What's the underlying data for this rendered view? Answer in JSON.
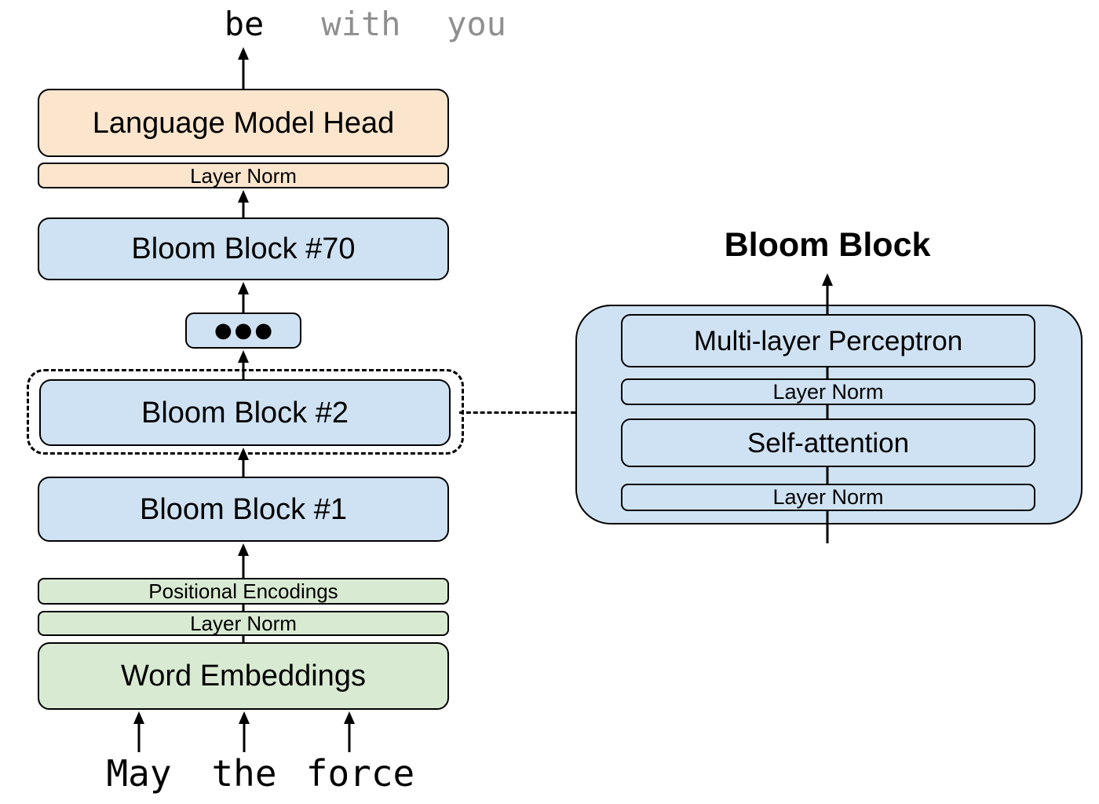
{
  "colors": {
    "blue": "#cfe2f3",
    "peach": "#fce5cd",
    "green": "#d9ead3",
    "muted": "#8f8f8f",
    "line": "#000000"
  },
  "tokens": {
    "output": [
      {
        "text": "be",
        "muted": false
      },
      {
        "text": "with",
        "muted": true
      },
      {
        "text": "you",
        "muted": true
      }
    ],
    "input": [
      "May",
      "the",
      "force"
    ]
  },
  "stack": {
    "language_model_head": "Language Model Head",
    "layer_norm_top": "Layer Norm",
    "bloom_block_70": "Bloom Block #70",
    "ellipsis": "●●●",
    "bloom_block_2": "Bloom Block #2",
    "bloom_block_1": "Bloom Block #1",
    "positional_encodings": "Positional Encodings",
    "layer_norm_embed": "Layer Norm",
    "word_embeddings": "Word Embeddings"
  },
  "detail": {
    "title": "Bloom Block",
    "multi_layer_perceptron": "Multi-layer Perceptron",
    "layer_norm_upper": "Layer Norm",
    "self_attention": "Self-attention",
    "layer_norm_lower": "Layer Norm"
  }
}
